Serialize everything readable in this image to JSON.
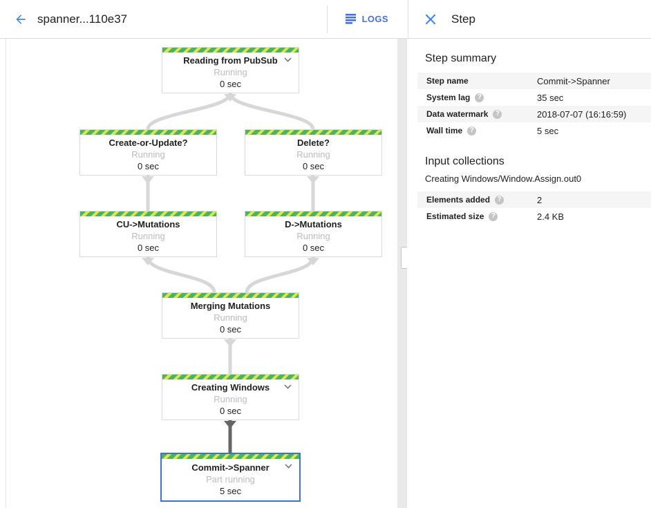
{
  "header": {
    "title": "spanner...110e37",
    "logs_label": "LOGS",
    "panel_title": "Step"
  },
  "icons": {
    "back": "arrow-left",
    "logs": "list-lines",
    "close": "x",
    "help_glyph": "?",
    "expand": "chevron-down"
  },
  "graph": {
    "nodes": [
      {
        "title": "Reading from PubSub",
        "status": "Running",
        "time": "0 sec",
        "expandable": true,
        "selected": false
      },
      {
        "title": "Create-or-Update?",
        "status": "Running",
        "time": "0 sec",
        "expandable": false,
        "selected": false
      },
      {
        "title": "Delete?",
        "status": "Running",
        "time": "0 sec",
        "expandable": false,
        "selected": false
      },
      {
        "title": "CU->Mutations",
        "status": "Running",
        "time": "0 sec",
        "expandable": false,
        "selected": false
      },
      {
        "title": "D->Mutations",
        "status": "Running",
        "time": "0 sec",
        "expandable": false,
        "selected": false
      },
      {
        "title": "Merging Mutations",
        "status": "Running",
        "time": "0 sec",
        "expandable": false,
        "selected": false
      },
      {
        "title": "Creating Windows",
        "status": "Running",
        "time": "0 sec",
        "expandable": true,
        "selected": false
      },
      {
        "title": "Commit->Spanner",
        "status": "Part running",
        "time": "5 sec",
        "expandable": true,
        "selected": true
      }
    ]
  },
  "panel": {
    "step_summary": {
      "heading": "Step summary",
      "rows": [
        {
          "label": "Step name",
          "value": "Commit->Spanner",
          "help": false
        },
        {
          "label": "System lag",
          "value": "35 sec",
          "help": true
        },
        {
          "label": "Data watermark",
          "value": "2018-07-07 (16:16:59)",
          "help": true
        },
        {
          "label": "Wall time",
          "value": "5 sec",
          "help": true
        }
      ]
    },
    "input_collections": {
      "heading": "Input collections",
      "collection_name": "Creating Windows/Window.Assign.out0",
      "rows": [
        {
          "label": "Elements added",
          "value": "2",
          "help": true
        },
        {
          "label": "Estimated size",
          "value": "2.4 KB",
          "help": true
        }
      ]
    }
  },
  "colors": {
    "accent_blue": "#4285f4",
    "logs_blue": "#4272d9",
    "selected_border": "#3f6fd8",
    "stripe_green": "#4cb45f",
    "stripe_yellow_green": "#d7e84d",
    "edge_gray": "#d7d7d7",
    "edge_selected": "#666666",
    "row_shade": "#f5f5f5"
  }
}
